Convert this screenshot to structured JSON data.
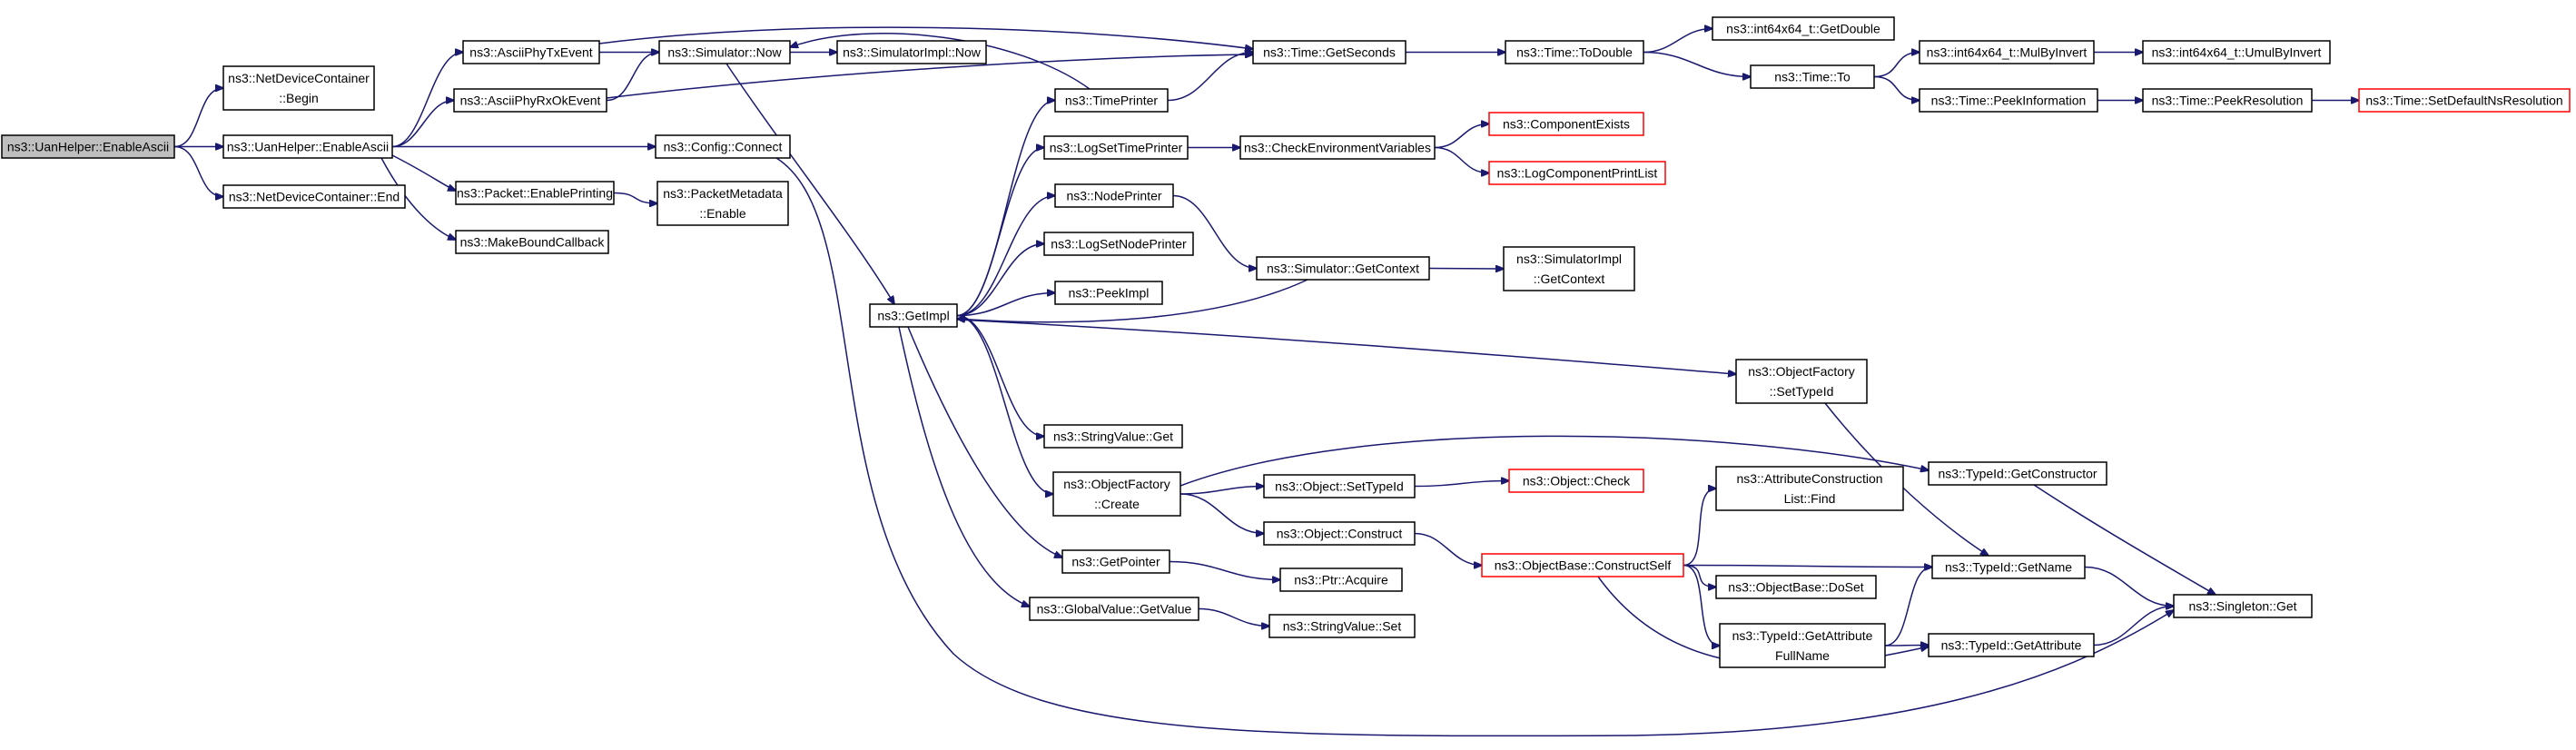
{
  "diagram": {
    "title": "",
    "colors": {
      "edge": "#191970",
      "node_border": "#000000",
      "node_fill": "#ffffff",
      "root_fill": "#bfbfbf",
      "truncated_border": "#ff0000"
    },
    "nodes": [
      {
        "id": "uan_helper_enable_ascii_root",
        "lines": [
          "ns3::UanHelper::EnableAscii"
        ],
        "root": true
      },
      {
        "id": "netdevicecontainer_begin",
        "lines": [
          "ns3::NetDeviceContainer",
          "::Begin"
        ]
      },
      {
        "id": "uan_helper_enable_ascii",
        "lines": [
          "ns3::UanHelper::EnableAscii"
        ]
      },
      {
        "id": "netdevicecontainer_end",
        "lines": [
          "ns3::NetDeviceContainer::End"
        ]
      },
      {
        "id": "ascii_phy_tx_event",
        "lines": [
          "ns3::AsciiPhyTxEvent"
        ]
      },
      {
        "id": "ascii_phy_rx_ok_event",
        "lines": [
          "ns3::AsciiPhyRxOkEvent"
        ]
      },
      {
        "id": "config_connect",
        "lines": [
          "ns3::Config::Connect"
        ]
      },
      {
        "id": "packet_enable_printing",
        "lines": [
          "ns3::Packet::EnablePrinting"
        ]
      },
      {
        "id": "make_bound_callback",
        "lines": [
          "ns3::MakeBoundCallback"
        ]
      },
      {
        "id": "simulator_now",
        "lines": [
          "ns3::Simulator::Now"
        ]
      },
      {
        "id": "simulatorimpl_now",
        "lines": [
          "ns3::SimulatorImpl::Now"
        ]
      },
      {
        "id": "packetmetadata_enable",
        "lines": [
          "ns3::PacketMetadata",
          "::Enable"
        ]
      },
      {
        "id": "get_impl",
        "lines": [
          "ns3::GetImpl"
        ]
      },
      {
        "id": "time_printer",
        "lines": [
          "ns3::TimePrinter"
        ]
      },
      {
        "id": "log_set_time_printer",
        "lines": [
          "ns3::LogSetTimePrinter"
        ]
      },
      {
        "id": "node_printer",
        "lines": [
          "ns3::NodePrinter"
        ]
      },
      {
        "id": "log_set_node_printer",
        "lines": [
          "ns3::LogSetNodePrinter"
        ]
      },
      {
        "id": "peek_impl",
        "lines": [
          "ns3::PeekImpl"
        ]
      },
      {
        "id": "stringvalue_get",
        "lines": [
          "ns3::StringValue::Get"
        ]
      },
      {
        "id": "objectfactory_create",
        "lines": [
          "ns3::ObjectFactory",
          "::Create"
        ]
      },
      {
        "id": "get_pointer",
        "lines": [
          "ns3::GetPointer"
        ]
      },
      {
        "id": "globalvalue_get_value",
        "lines": [
          "ns3::GlobalValue::GetValue"
        ]
      },
      {
        "id": "time_get_seconds",
        "lines": [
          "ns3::Time::GetSeconds"
        ]
      },
      {
        "id": "check_environment_variables",
        "lines": [
          "ns3::CheckEnvironmentVariables"
        ]
      },
      {
        "id": "simulator_get_context",
        "lines": [
          "ns3::Simulator::GetContext"
        ]
      },
      {
        "id": "object_set_type_id",
        "lines": [
          "ns3::Object::SetTypeId"
        ]
      },
      {
        "id": "object_construct",
        "lines": [
          "ns3::Object::Construct"
        ]
      },
      {
        "id": "ptr_acquire",
        "lines": [
          "ns3::Ptr::Acquire"
        ]
      },
      {
        "id": "stringvalue_set",
        "lines": [
          "ns3::StringValue::Set"
        ]
      },
      {
        "id": "time_to_double",
        "lines": [
          "ns3::Time::ToDouble"
        ]
      },
      {
        "id": "component_exists",
        "lines": [
          "ns3::ComponentExists"
        ],
        "truncated": true
      },
      {
        "id": "log_component_print_list",
        "lines": [
          "ns3::LogComponentPrintList"
        ],
        "truncated": true
      },
      {
        "id": "simulatorimpl_get_context",
        "lines": [
          "ns3::SimulatorImpl",
          "::GetContext"
        ]
      },
      {
        "id": "object_check",
        "lines": [
          "ns3::Object::Check"
        ],
        "truncated": true
      },
      {
        "id": "objectbase_construct_self",
        "lines": [
          "ns3::ObjectBase::ConstructSelf"
        ],
        "truncated": true
      },
      {
        "id": "int64x64_get_double",
        "lines": [
          "ns3::int64x64_t::GetDouble"
        ]
      },
      {
        "id": "time_to",
        "lines": [
          "ns3::Time::To"
        ]
      },
      {
        "id": "objectfactory_set_type_id",
        "lines": [
          "ns3::ObjectFactory",
          "::SetTypeId"
        ]
      },
      {
        "id": "attribute_construction_list_find",
        "lines": [
          "ns3::AttributeConstruction",
          "List::Find"
        ]
      },
      {
        "id": "objectbase_do_set",
        "lines": [
          "ns3::ObjectBase::DoSet"
        ]
      },
      {
        "id": "typeid_get_attribute_full_name",
        "lines": [
          "ns3::TypeId::GetAttribute",
          "FullName"
        ]
      },
      {
        "id": "int64x64_mul_by_invert",
        "lines": [
          "ns3::int64x64_t::MulByInvert"
        ]
      },
      {
        "id": "time_peek_information",
        "lines": [
          "ns3::Time::PeekInformation"
        ]
      },
      {
        "id": "typeid_get_constructor",
        "lines": [
          "ns3::TypeId::GetConstructor"
        ]
      },
      {
        "id": "typeid_get_name",
        "lines": [
          "ns3::TypeId::GetName"
        ]
      },
      {
        "id": "typeid_get_attribute",
        "lines": [
          "ns3::TypeId::GetAttribute"
        ]
      },
      {
        "id": "int64x64_umul_by_invert",
        "lines": [
          "ns3::int64x64_t::UmulByInvert"
        ]
      },
      {
        "id": "time_peek_resolution",
        "lines": [
          "ns3::Time::PeekResolution"
        ]
      },
      {
        "id": "singleton_get",
        "lines": [
          "ns3::Singleton::Get"
        ]
      },
      {
        "id": "time_set_default_ns_resolution",
        "lines": [
          "ns3::Time::SetDefaultNsResolution"
        ],
        "truncated": true
      }
    ],
    "edges": [
      {
        "from": "uan_helper_enable_ascii_root",
        "to": "netdevicecontainer_begin"
      },
      {
        "from": "uan_helper_enable_ascii_root",
        "to": "uan_helper_enable_ascii"
      },
      {
        "from": "uan_helper_enable_ascii_root",
        "to": "netdevicecontainer_end"
      },
      {
        "from": "uan_helper_enable_ascii",
        "to": "ascii_phy_tx_event"
      },
      {
        "from": "uan_helper_enable_ascii",
        "to": "ascii_phy_rx_ok_event"
      },
      {
        "from": "uan_helper_enable_ascii",
        "to": "config_connect"
      },
      {
        "from": "uan_helper_enable_ascii",
        "to": "packet_enable_printing"
      },
      {
        "from": "uan_helper_enable_ascii",
        "to": "make_bound_callback"
      },
      {
        "from": "ascii_phy_tx_event",
        "to": "simulator_now"
      },
      {
        "from": "ascii_phy_tx_event",
        "to": "time_get_seconds"
      },
      {
        "from": "ascii_phy_rx_ok_event",
        "to": "simulator_now"
      },
      {
        "from": "ascii_phy_rx_ok_event",
        "to": "time_get_seconds"
      },
      {
        "from": "config_connect",
        "to": "singleton_get"
      },
      {
        "from": "packet_enable_printing",
        "to": "packetmetadata_enable"
      },
      {
        "from": "simulator_now",
        "to": "simulatorimpl_now"
      },
      {
        "from": "simulator_now",
        "to": "get_impl"
      },
      {
        "from": "get_impl",
        "to": "time_printer"
      },
      {
        "from": "get_impl",
        "to": "log_set_time_printer"
      },
      {
        "from": "get_impl",
        "to": "node_printer"
      },
      {
        "from": "get_impl",
        "to": "log_set_node_printer"
      },
      {
        "from": "get_impl",
        "to": "peek_impl"
      },
      {
        "from": "get_impl",
        "to": "stringvalue_get"
      },
      {
        "from": "get_impl",
        "to": "objectfactory_create"
      },
      {
        "from": "get_impl",
        "to": "get_pointer"
      },
      {
        "from": "get_impl",
        "to": "globalvalue_get_value"
      },
      {
        "from": "get_impl",
        "to": "objectfactory_set_type_id"
      },
      {
        "from": "time_printer",
        "to": "simulator_now"
      },
      {
        "from": "time_printer",
        "to": "time_get_seconds"
      },
      {
        "from": "log_set_time_printer",
        "to": "check_environment_variables"
      },
      {
        "from": "node_printer",
        "to": "simulator_get_context"
      },
      {
        "from": "simulator_get_context",
        "to": "get_impl"
      },
      {
        "from": "simulator_get_context",
        "to": "simulatorimpl_get_context"
      },
      {
        "from": "check_environment_variables",
        "to": "component_exists"
      },
      {
        "from": "check_environment_variables",
        "to": "log_component_print_list"
      },
      {
        "from": "objectfactory_create",
        "to": "object_set_type_id"
      },
      {
        "from": "objectfactory_create",
        "to": "object_construct"
      },
      {
        "from": "objectfactory_create",
        "to": "typeid_get_constructor"
      },
      {
        "from": "get_pointer",
        "to": "ptr_acquire"
      },
      {
        "from": "globalvalue_get_value",
        "to": "stringvalue_set"
      },
      {
        "from": "object_set_type_id",
        "to": "object_check"
      },
      {
        "from": "object_construct",
        "to": "objectbase_construct_self"
      },
      {
        "from": "objectbase_construct_self",
        "to": "attribute_construction_list_find"
      },
      {
        "from": "objectbase_construct_self",
        "to": "objectbase_do_set"
      },
      {
        "from": "objectbase_construct_self",
        "to": "typeid_get_attribute_full_name"
      },
      {
        "from": "objectbase_construct_self",
        "to": "typeid_get_name"
      },
      {
        "from": "objectbase_construct_self",
        "to": "typeid_get_attribute"
      },
      {
        "from": "typeid_get_attribute_full_name",
        "to": "typeid_get_name"
      },
      {
        "from": "typeid_get_attribute_full_name",
        "to": "typeid_get_attribute"
      },
      {
        "from": "objectfactory_set_type_id",
        "to": "typeid_get_name"
      },
      {
        "from": "typeid_get_constructor",
        "to": "singleton_get"
      },
      {
        "from": "typeid_get_name",
        "to": "singleton_get"
      },
      {
        "from": "typeid_get_attribute",
        "to": "singleton_get"
      },
      {
        "from": "time_get_seconds",
        "to": "time_to_double"
      },
      {
        "from": "time_to_double",
        "to": "int64x64_get_double"
      },
      {
        "from": "time_to_double",
        "to": "time_to"
      },
      {
        "from": "time_to",
        "to": "int64x64_mul_by_invert"
      },
      {
        "from": "time_to",
        "to": "time_peek_information"
      },
      {
        "from": "int64x64_mul_by_invert",
        "to": "int64x64_umul_by_invert"
      },
      {
        "from": "time_peek_information",
        "to": "time_peek_resolution"
      },
      {
        "from": "time_peek_resolution",
        "to": "time_set_default_ns_resolution"
      }
    ]
  }
}
